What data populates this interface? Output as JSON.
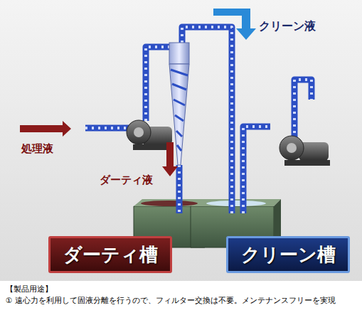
{
  "diagram": {
    "nodes": [
      {
        "text": [
          "ダーティ槽"
        ]
      },
      {
        "text": [
          "クリーン槽"
        ]
      }
    ],
    "labels": [
      "クリーン液",
      "処理液",
      "ダーティ液",
      "【製品用途】",
      "① 遠心力を利用して固液分離を行うので、フィルター交換は不要。メンテナンスフリーを実現"
    ]
  }
}
